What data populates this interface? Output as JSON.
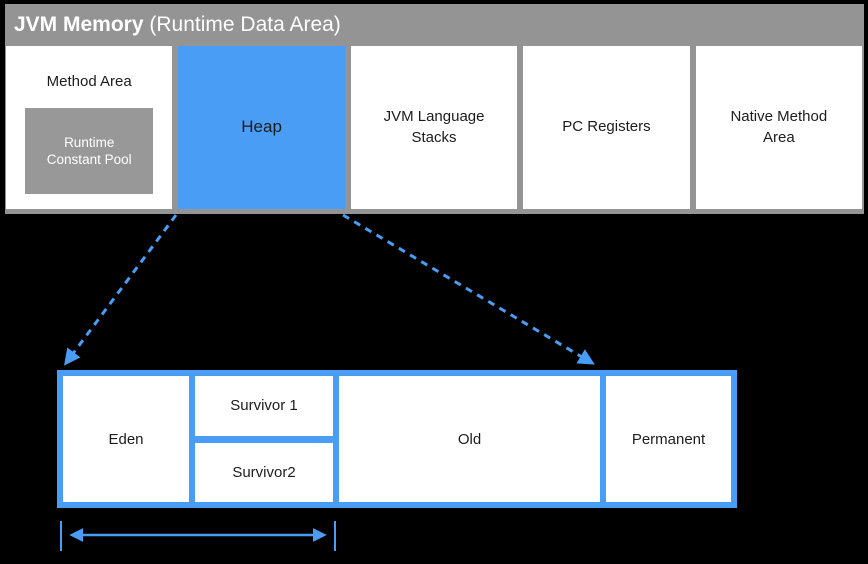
{
  "colors": {
    "background": "#000000",
    "panel_gray": "#949494",
    "rcp_gray": "#989898",
    "accent_blue": "#4a9df5",
    "box_white": "#ffffff",
    "text_dark": "#1c1c1c",
    "text_white": "#ffffff"
  },
  "header": {
    "title_bold": "JVM Memory",
    "title_rest": " (Runtime Data Area)"
  },
  "memory_areas": [
    {
      "label": "Method Area",
      "sub": "Runtime Constant Pool"
    },
    {
      "label": "Heap",
      "highlighted": true
    },
    {
      "label": "JVM Language Stacks"
    },
    {
      "label": "PC Registers"
    },
    {
      "label": "Native Method Area"
    }
  ],
  "heap_detail": {
    "eden": "Eden",
    "survivor1": "Survivor 1",
    "survivor2": "Survivor2",
    "old": "Old",
    "permanent": "Permanent"
  }
}
